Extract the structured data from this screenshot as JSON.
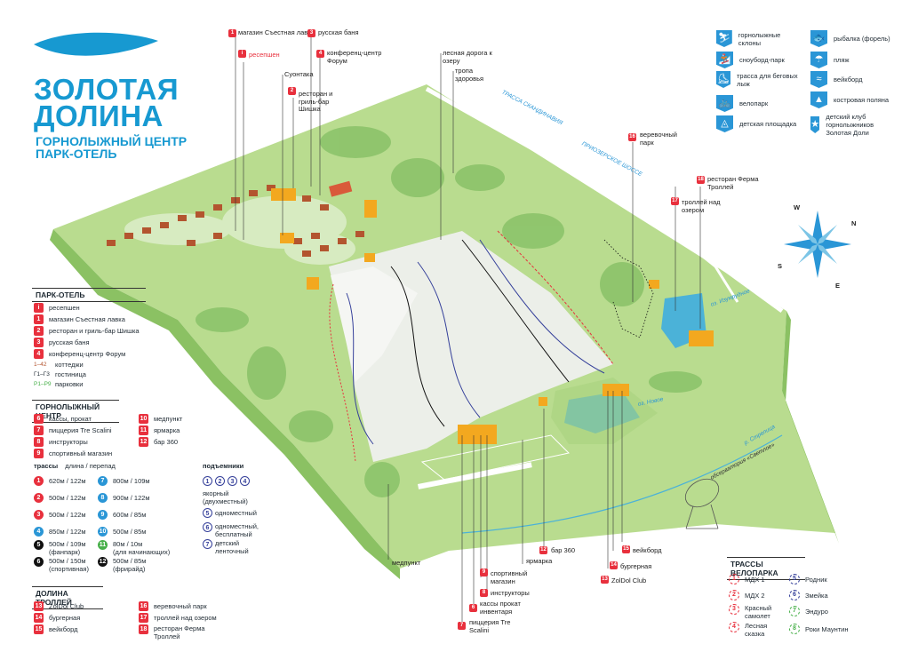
{
  "header": {
    "title_line1": "ЗОЛОТАЯ",
    "title_line2": "ДОЛИНА",
    "subtitle_line1": "ГОРНОЛЫЖНЫЙ ЦЕНТР",
    "subtitle_line2": "ПАРК-ОТЕЛЬ"
  },
  "colors": {
    "brand": "#1799d1",
    "red": "#e8303d",
    "green_map": "#b9dc8f",
    "blue": "#2a96d6"
  },
  "activities": [
    {
      "icon": "skier-icon",
      "label": "горнолыжные склоны"
    },
    {
      "icon": "snowboard-icon",
      "label": "сноуборд-парк"
    },
    {
      "icon": "cross-country-ski-icon",
      "label": "трасса для беговых лыж"
    },
    {
      "icon": "bike-icon",
      "label": "велопарк"
    },
    {
      "icon": "playground-icon",
      "label": "детская площадка"
    },
    {
      "icon": "fishing-icon",
      "label": "рыбалка (форель)"
    },
    {
      "icon": "beach-icon",
      "label": "пляж"
    },
    {
      "icon": "wakeboard-icon",
      "label": "вейкборд"
    },
    {
      "icon": "campfire-icon",
      "label": "костровая поляна"
    },
    {
      "icon": "kids-club-icon",
      "label": "детский клуб горнолыжников Золотая Доли"
    }
  ],
  "park_hotel": {
    "title": "ПАРК-ОТЕЛЬ",
    "items": [
      {
        "n": "i",
        "label": "ресепшен"
      },
      {
        "n": "1",
        "label": "магазин Съестная лавка"
      },
      {
        "n": "2",
        "label": "ресторан и гриль-бар Шишка"
      },
      {
        "n": "3",
        "label": "русская баня"
      },
      {
        "n": "4",
        "label": "конференц-центр Форум"
      }
    ],
    "cottages_code": "1–42",
    "cottages": "коттеджи",
    "hotel_code": "Г1–Г3",
    "hotel": "гостиница",
    "parking_code": "P1–P9",
    "parking": "парковки"
  },
  "ski_center": {
    "title": "ГОРНОЛЫЖНЫЙ ЦЕНТР",
    "left": [
      {
        "n": "6",
        "label": "кассы, прокат"
      },
      {
        "n": "7",
        "label": "пиццерия Tre Scalini"
      },
      {
        "n": "8",
        "label": "инструкторы"
      },
      {
        "n": "9",
        "label": "спортивный магазин"
      }
    ],
    "right": [
      {
        "n": "10",
        "label": "медпункт"
      },
      {
        "n": "11",
        "label": "ярмарка"
      },
      {
        "n": "12",
        "label": "бар 360"
      }
    ]
  },
  "trails": {
    "header_a": "трассы",
    "header_b": "длина / перепад",
    "left": [
      {
        "n": "1",
        "color": "red",
        "text": "620м / 122м"
      },
      {
        "n": "2",
        "color": "red",
        "text": "500м / 122м"
      },
      {
        "n": "3",
        "color": "red",
        "text": "500м / 122м"
      },
      {
        "n": "4",
        "color": "blue",
        "text": "850м / 122м"
      },
      {
        "n": "5",
        "color": "black",
        "text": "500м / 109м",
        "note": "(фанпарк)"
      },
      {
        "n": "6",
        "color": "black",
        "text": "500м / 150м",
        "note": "(спортивная)"
      }
    ],
    "right": [
      {
        "n": "7",
        "color": "blue",
        "text": "800м / 109м"
      },
      {
        "n": "8",
        "color": "blue",
        "text": "900м / 122м"
      },
      {
        "n": "9",
        "color": "blue",
        "text": "600м / 85м"
      },
      {
        "n": "10",
        "color": "blue",
        "text": "500м / 85м"
      },
      {
        "n": "11",
        "color": "green",
        "text": "80м / 10м",
        "note": "(для начинающих)"
      },
      {
        "n": "12",
        "color": "black",
        "text": "500м / 85м",
        "note": "(фрирайд)"
      }
    ]
  },
  "lifts": {
    "header": "подъемники",
    "items": [
      {
        "nums": [
          "1",
          "2",
          "3",
          "4"
        ],
        "label": "якорный (двухместный)"
      },
      {
        "nums": [
          "5"
        ],
        "label": "одноместный"
      },
      {
        "nums": [
          "6"
        ],
        "label": "одноместный, бесплатный"
      },
      {
        "nums": [
          "7"
        ],
        "label": "детский ленточный"
      }
    ]
  },
  "troll_valley": {
    "title": "ДОЛИНА ТРОЛЛЕЙ",
    "left": [
      {
        "n": "13",
        "label": "ZolDol Club"
      },
      {
        "n": "14",
        "label": "бургерная"
      },
      {
        "n": "15",
        "label": "вейкборд"
      }
    ],
    "right": [
      {
        "n": "16",
        "label": "веревочный парк"
      },
      {
        "n": "17",
        "label": "троллей над озером"
      },
      {
        "n": "18",
        "label": "ресторан Ферма Троллей"
      }
    ]
  },
  "bike_trails": {
    "title": "ТРАССЫ ВЕЛОПАРКА",
    "left": [
      {
        "n": "1",
        "label": "МДХ 1"
      },
      {
        "n": "2",
        "label": "МДХ 2"
      },
      {
        "n": "3",
        "label": "Красный самолет"
      },
      {
        "n": "4",
        "label": "Лесная сказка"
      }
    ],
    "right": [
      {
        "n": "5",
        "label": "Родник"
      },
      {
        "n": "6",
        "label": "Змейка"
      },
      {
        "n": "7",
        "label": "Эндуро"
      },
      {
        "n": "8",
        "label": "Роки Маунтин"
      }
    ]
  },
  "map_labels": {
    "shop": "магазин Съестная лавка",
    "reception": "ресепшен",
    "banya": "русская баня",
    "forum": "конференц-центр Форум",
    "suontaka": "Суонтака",
    "grill": "ресторан и гриль-бар Шишка",
    "forest_road": "лесная дорога к озеру",
    "health_trail": "тропа здоровья",
    "rope_park": "веревочный парк",
    "farm": "ресторан Ферма Троллей",
    "trolley": "троллей над озером",
    "medpunkt": "медпункт",
    "fair": "ярмарка",
    "bar360": "бар 360",
    "sport_shop": "спортивный магазин",
    "instructors": "инструкторы",
    "cashier": "кассы прокат инвентаря",
    "pizzeria": "пиццерия Tre Scalini",
    "burger": "бургерная",
    "wake": "вейкборд",
    "zoldol": "ZolDol Club",
    "road_scand": "ТРАССА СКАНДИНАВИЯ",
    "road_prioz": "ПРИОЗЕРСКОЕ ШОССЕ",
    "lake_izum": "оз. Изумрудное",
    "lake_novoe": "оз. Новое",
    "river": "р. Стрелица",
    "observatory": "обсерватория «Светлое»",
    "compass_w": "W",
    "compass_n": "N",
    "compass_s": "S",
    "compass_e": "E"
  }
}
